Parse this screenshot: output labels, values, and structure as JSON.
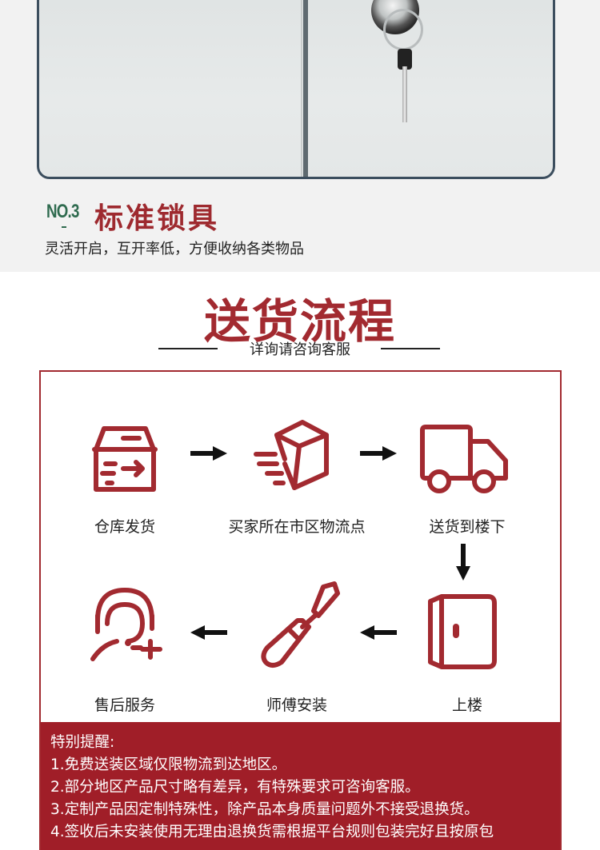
{
  "feature": {
    "number": "NO.3",
    "title": "标准锁具",
    "description": "灵活开启，互开率低，方便收纳各类物品"
  },
  "process": {
    "title": "送货流程",
    "subtitle": "详询请咨询客服",
    "steps": [
      {
        "label": "仓库发货",
        "icon": "warehouse-box-icon"
      },
      {
        "label": "买家所在市区物流点",
        "icon": "package-box-icon"
      },
      {
        "label": "送货到楼下",
        "icon": "delivery-truck-icon"
      },
      {
        "label": "上楼",
        "icon": "door-icon"
      },
      {
        "label": "师傅安装",
        "icon": "screwdriver-icon"
      },
      {
        "label": "售后服务",
        "icon": "customer-service-icon"
      }
    ]
  },
  "notice": {
    "heading": "特别提醒:",
    "items": [
      "1.免费送装区域仅限物流到达地区。",
      "2.部分地区产品尺寸略有差异，有特殊要求可咨询客服。",
      "3.定制产品因定制特殊性，除产品本身质量问题外不接受退换货。",
      "4.签收后未安装使用无理由退换货需根据平台规则包装完好且按原包"
    ]
  },
  "colors": {
    "accent": "#a22a30",
    "notice_bg": "#a01e28",
    "number_green": "#2f6b4f"
  }
}
